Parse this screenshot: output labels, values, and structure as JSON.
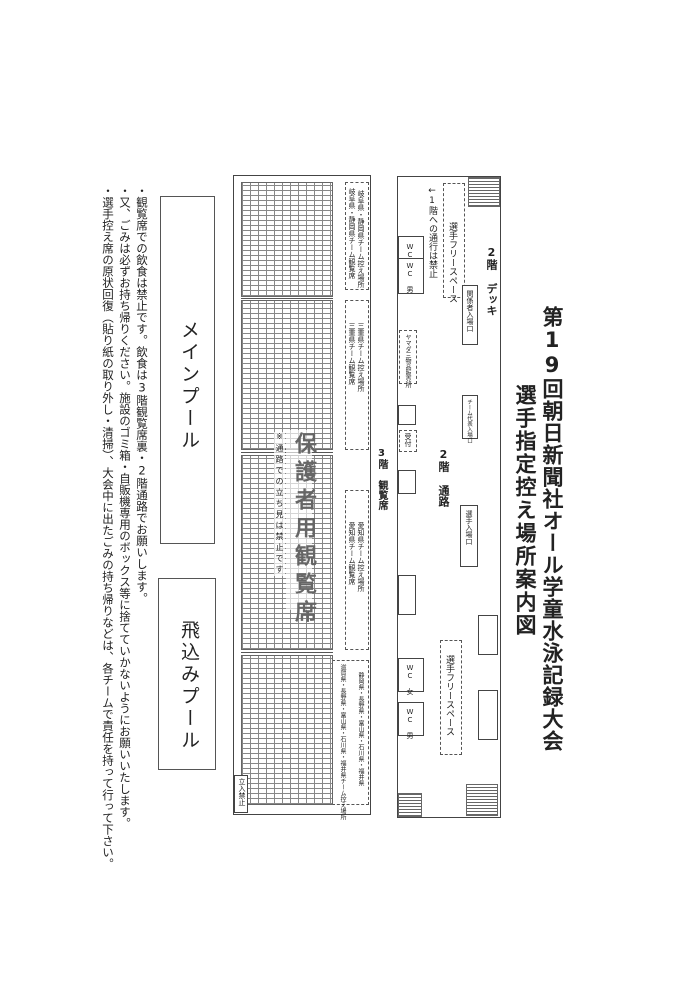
{
  "header": {
    "title": "第19回朝日新聞社オール学童水泳記録大会",
    "subtitle": "選手指定控え場所案内図"
  },
  "floor2": {
    "deck_label": "2階 デッキ",
    "passage_label": "2階 通路",
    "free_space_top": "選手フリースペース",
    "free_space_bottom": "選手フリースペース",
    "entrance_top": "関係者入場口",
    "entrance_mid": "チーム代表入場口",
    "entrance_player": "選手入場口",
    "no_entry_note": "←1階への通行は禁止",
    "wc_women_top": "WC 女",
    "wc_men_top": "WC 男",
    "wc_women_bottom": "WC 女",
    "wc_men_bottom": "WC 男",
    "shop_label": "ヤマダ三物品販売所",
    "reception_label": "受付"
  },
  "floor3": {
    "stands_label": "3階 観覧席",
    "aisle_note": "※通路での立ち見は禁止です",
    "reserved_label": "保護者用観覧席",
    "zone_gifu": "岐阜県・静岡県チーム控え場所",
    "zone_gifu_sub": "岐阜県・静岡県チーム観覧席",
    "zone_mie": "三重県チーム控え場所",
    "zone_mie_sub": "三重県チーム観覧席",
    "zone_aichi": "愛知県チーム控え場所",
    "zone_aichi_sub": "愛知県チーム観覧席",
    "zone_others": "静岡県・長野県・富山県・石川県・福井県",
    "zone_others_sub": "滋賀県・長野県・富山県・石川県・福井県チーム控え場所",
    "no_entry_corner": "立入禁止"
  },
  "pools": {
    "main": "メインプール",
    "diving": "飛込みプール"
  },
  "notes": [
    "・観覧席での飲食は禁止です。飲食は3階観覧席裏・2階通路でお願いします。",
    "・又、ごみは必ずお持ち帰りください。施設のゴミ箱・自販機専用のボックス等に捨てていかないようにお願いいたします。",
    "・選手控え席の原状回復（貼り紙の取り外し・清掃）、大会中に出たごみの持ち帰りなどは、各チームで責任を持って行って下さい。"
  ]
}
